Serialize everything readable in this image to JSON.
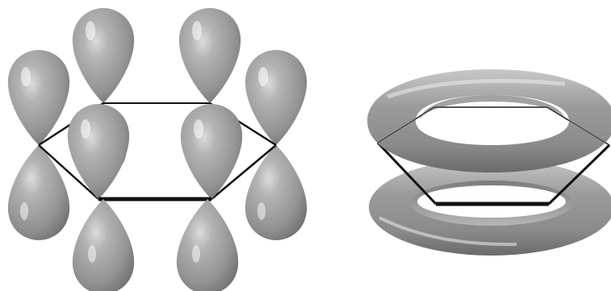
{
  "figure": {
    "background": "#ffffff",
    "lobe_color": "#a3a3a3",
    "ring_color": "#9a9a9a",
    "edge_color": "#111111"
  },
  "panels": [
    {
      "id": "p-orbitals",
      "orbital": "p",
      "atoms": 6,
      "lobes_per_atom": 2,
      "label": ""
    },
    {
      "id": "delocalized-pi",
      "orbital": "pi",
      "rings": 2,
      "label": ""
    }
  ]
}
